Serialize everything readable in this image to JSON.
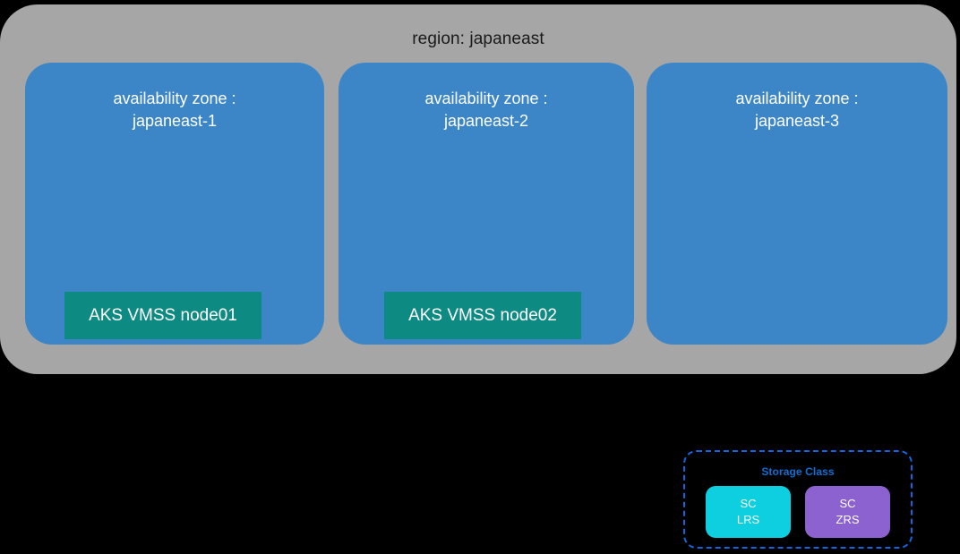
{
  "diagram": {
    "background_color": "#000000",
    "region": {
      "label": "region: japaneast",
      "fill_color": "#a6a6a6",
      "zones": [
        {
          "title_line1": "availability zone :",
          "title_line2": "japaneast-1",
          "fill_color": "#3c86c8",
          "node": {
            "label": "AKS VMSS node01",
            "fill_color": "#0d8a82"
          }
        },
        {
          "title_line1": "availability zone :",
          "title_line2": "japaneast-2",
          "fill_color": "#3c86c8",
          "node": {
            "label": "AKS VMSS node02",
            "fill_color": "#0d8a82"
          }
        },
        {
          "title_line1": "availability zone :",
          "title_line2": "japaneast-3",
          "fill_color": "#3c86c8",
          "node": null
        }
      ]
    },
    "legend": {
      "title": "Storage Class",
      "border_color": "#1565e0",
      "title_color": "#0b6fd6",
      "items": [
        {
          "line1": "SC",
          "line2": "LRS",
          "fill_color": "#0ecfe0"
        },
        {
          "line1": "SC",
          "line2": "ZRS",
          "fill_color": "#8b62cf"
        }
      ]
    }
  }
}
